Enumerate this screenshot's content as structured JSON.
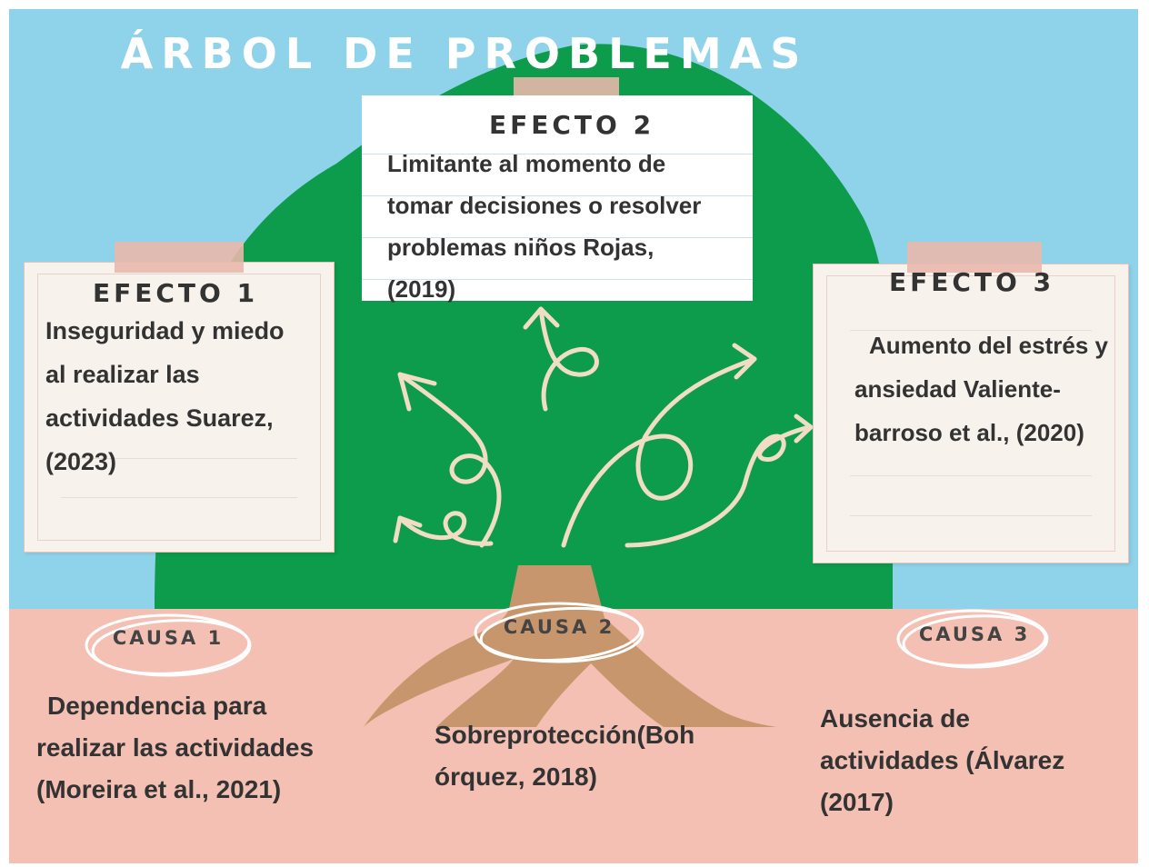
{
  "title": "ÁRBOL DE PROBLEMAS",
  "effects": [
    {
      "heading": "EFECTO 1",
      "lines": [
        "Inseguridad y miedo",
        "al realizar las",
        "actividades Suarez,",
        "(2023)"
      ]
    },
    {
      "heading": "EFECTO 2",
      "lines": [
        "Limitante al momento de",
        "tomar decisiones o resolver",
        "problemas niños Rojas,",
        "(2019)"
      ]
    },
    {
      "heading": "EFECTO 3",
      "lines": [
        "Aumento del estrés y",
        "ansiedad Valiente-",
        "barroso et al., (2020)"
      ]
    }
  ],
  "causes": [
    {
      "heading": "CAUSA 1",
      "lines": [
        "Dependencia para",
        "realizar las actividades",
        "(Moreira et al., 2021)"
      ]
    },
    {
      "heading": "CAUSA 2",
      "lines": [
        "Sobreprotección(Boh",
        "órquez, 2018)"
      ]
    },
    {
      "heading": "CAUSA 3",
      "lines": [
        "Ausencia de",
        "actividades (Álvarez",
        "(2017)"
      ]
    }
  ],
  "colors": {
    "sky": "#8fd3ea",
    "tree_canopy": "#0d9b4c",
    "trunk": "#c8966c",
    "ground": "#f3c0b3",
    "card": "#f8f2ed",
    "tape": "#e8b8ab",
    "arrows": "#f1dcc6"
  }
}
